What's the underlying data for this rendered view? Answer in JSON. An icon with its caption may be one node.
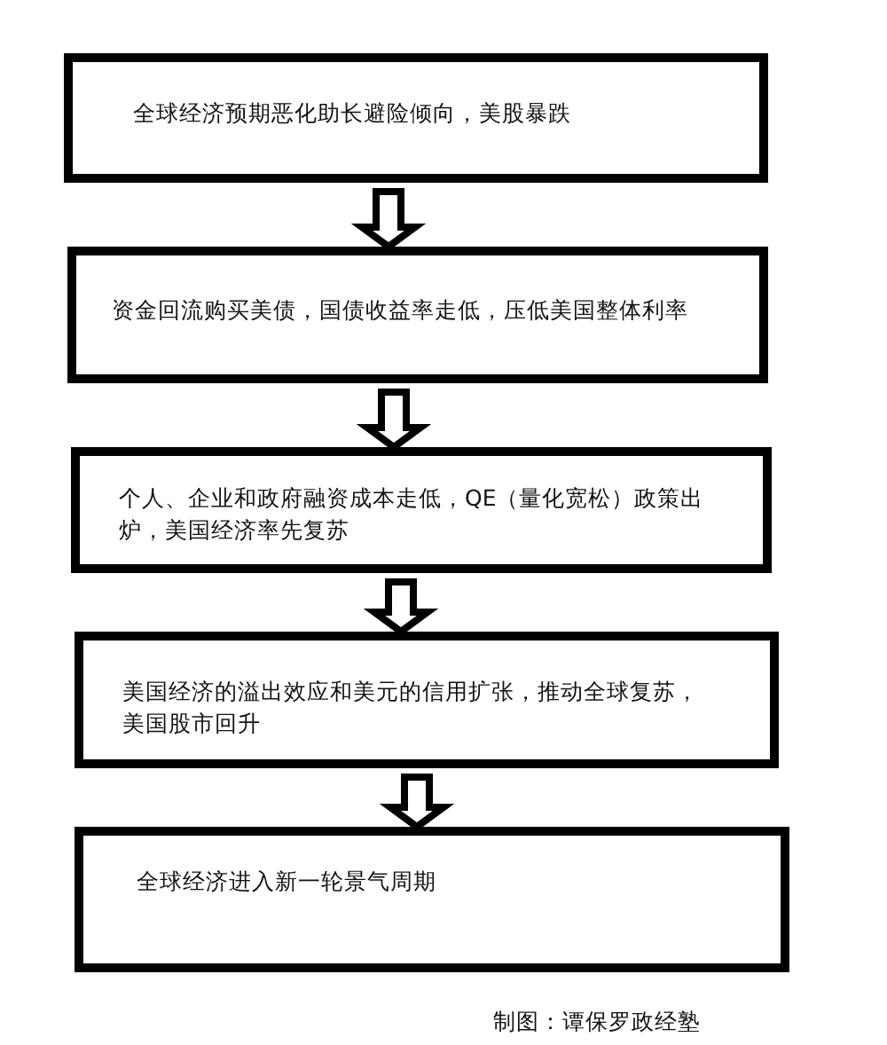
{
  "diagram": {
    "caption": "制图：谭保罗政经塾",
    "nodes": [
      {
        "text": [
          "全球经济预期恶化助长避险倾向，美股暴跌"
        ]
      },
      {
        "text": [
          "资金回流购买美债，国债收益率走低，压低美国整体利率"
        ]
      },
      {
        "text": [
          "个人、企业和政府融资成本走低，QE（量化宽松）政策出炉，美国经济率先复苏"
        ]
      },
      {
        "text": [
          "美国经济的溢出效应和美元的信用扩张，推动全球复苏，美国股市回升"
        ]
      },
      {
        "text": [
          "全球经济进入新一轮景气周期"
        ]
      }
    ],
    "edges": [
      {
        "from": 0,
        "to": 1,
        "arrow": "to"
      },
      {
        "from": 1,
        "to": 2,
        "arrow": "to"
      },
      {
        "from": 2,
        "to": 3,
        "arrow": "to"
      },
      {
        "from": 3,
        "to": 4,
        "arrow": "to"
      }
    ]
  }
}
